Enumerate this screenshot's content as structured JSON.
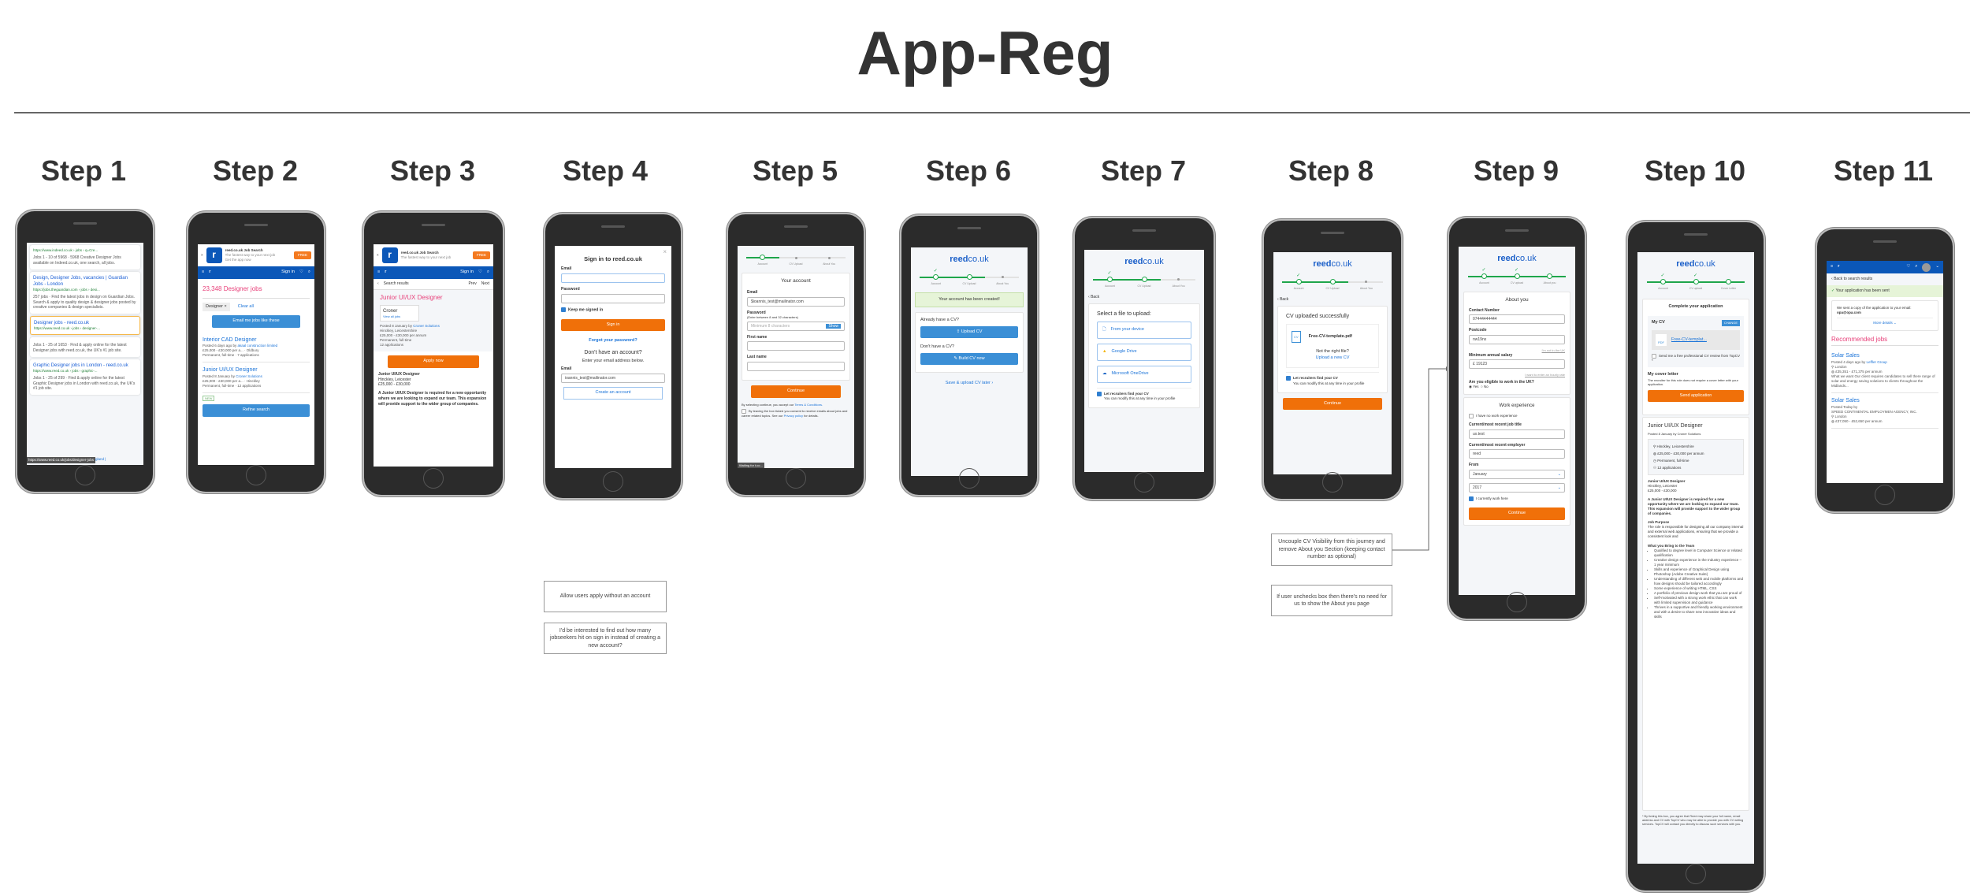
{
  "title": "App-Reg",
  "steps": [
    "Step 1",
    "Step 2",
    "Step 3",
    "Step 4",
    "Step 5",
    "Step 6",
    "Step 7",
    "Step 8",
    "Step 9",
    "Step 10",
    "Step 11"
  ],
  "step1": {
    "results": [
      {
        "url": "https://www.indeed.co.uk › jobs › q=Cre...",
        "desc": "Jobs 1 - 10 of 5968 · 5968 Creative Designer Jobs available on Indeed.co.uk, one search, all jobs."
      },
      {
        "title": "Design, Designer Jobs, vacancies | Guardian Jobs - London",
        "url": "https://jobs.theguardian.com › jobs › desi...",
        "desc": "257 jobs · Find the latest jobs in design on Guardian Jobs. Search & apply to quality design & designer jobs posted by creative companies & design specialists."
      },
      {
        "title": "Designer jobs - reed.co.uk",
        "url": "https://www.reed.co.uk › jobs › designer-...",
        "desc": "Jobs 1 - 25 of 1653 · Find & apply online for the latest Designer jobs with reed.co.uk, the UK's #1 job site."
      },
      {
        "title": "Graphic Designer jobs in London - reed.co.uk",
        "url": "https://www.reed.co.uk › jobs › graphic-...",
        "desc": "Jobs 1 - 25 of 299 · Find & apply online for the latest Graphic Designer jobs in London with reed.co.uk, the UK's #1 job site."
      }
    ],
    "status_url": "https://www.reed.co.uk/jobs/designer-jobs",
    "status_tail": "gland |"
  },
  "banner": {
    "name": "reed.co.uk Job Search",
    "sub1": "The fastest way to your next job",
    "sub2": "Get the app now",
    "free": "FREE",
    "close": "×"
  },
  "nav": {
    "sign_in": "Sign in"
  },
  "step2": {
    "count": "23,348 Designer jobs",
    "chip": "Designer ×",
    "clear": "Clear all",
    "email_btn": "Email me jobs like these",
    "jobs": [
      {
        "title": "Interior CAD Designer",
        "posted": "Posted 6 days ago by",
        "company": "akaal construction limited",
        "salary": "£25,000 - £30,000 per a...",
        "location": "Oldbury",
        "type": "Permanent, full-time",
        "apps": "7 applications"
      },
      {
        "title": "Junior UI/UX Designer",
        "posted": "Posted 8 January by",
        "company": "Croner Solutions",
        "salary": "£25,000 - £30,000 per a...",
        "location": "Hinckley",
        "type": "Permanent, full-time",
        "apps": "12 applications"
      }
    ],
    "new_badge": "NEW",
    "refine": "Refine search"
  },
  "step3": {
    "back": "Search results",
    "prev": "Prev",
    "next": "Next",
    "title": "Junior UI/UX Designer",
    "company_logo": "Croner",
    "view_all": "View all jobs",
    "posted": "Posted 8 January by",
    "company": "Croner Solutions",
    "details": [
      "Hinckley, Leicestershire",
      "£25,000 - £30,000 per annum",
      "Permanent, full-time",
      "12 applications"
    ],
    "apply": "Apply now",
    "sub_title": "Junior UI/UX Designer",
    "sub_loc": "Hinckley, Leicester",
    "sub_sal": "£25,000 - £30,000",
    "desc": "A Junior UI/UX Designer is required for a new opportunity where we are looking to expand our team. This expansion will provide support to the wider group of companies."
  },
  "step4": {
    "heading": "Sign in to reed.co.uk",
    "email": "Email",
    "password": "Password",
    "keep": "Keep me signed in",
    "sign_in": "Sign in",
    "forgot": "Forgot your password?",
    "no_account": "Don't have an account?",
    "enter_email": "Enter your email address below.",
    "email_value": "ioannis_test@mailinator.com",
    "create": "Create an account",
    "notes": [
      "Allow users apply without an account",
      "I'd be interested to find out how many jobseekers hit on sign in instead of creating a new account?"
    ]
  },
  "progress": {
    "account": "Account",
    "cv": "CV Upload",
    "about": "About You",
    "about9": "About you",
    "cover": "Cover Letter",
    "cv_lower": "CV upload"
  },
  "step5": {
    "heading": "Your account",
    "email": "Email",
    "email_value": "$ioannis_test@mailinator.com",
    "password": "Password",
    "pw_hint": "(Enter between 8 and 32 characters)",
    "pw_placeholder": "Minimum 8 characters",
    "show": "Show",
    "first": "First name",
    "last": "Last name",
    "continue": "Continue",
    "terms_pre": "By selecting continue, you accept our",
    "terms_link": "Terms & Conditions.",
    "consent": "By leaving the box ticked you consent to receive emails about jobs and career related topics. See our",
    "privacy": "Privacy policy",
    "consent_end": "for details.",
    "status": "Waiting for t.co..."
  },
  "logo": {
    "reed": "reed",
    "couk": "co.uk"
  },
  "step6": {
    "success": "Your account has been created!",
    "have_cv": "Already have a CV?",
    "upload": "Upload CV",
    "no_cv": "Don't have a CV?",
    "build": "Build CV now",
    "later": "Save & upload CV later ›"
  },
  "step7": {
    "back": "Back",
    "heading": "Select a file to upload:",
    "options": [
      "From your device",
      "Google Drive",
      "Microsoft OneDrive"
    ],
    "let": "Let recruiters find your CV",
    "modify": "You can modify this at any time in your profile"
  },
  "step8": {
    "heading": "CV uploaded successfully",
    "file": "Free-CV-template.pdf",
    "cv_icon": "CV",
    "wrong": "Not the right file?",
    "new": "Upload a new CV",
    "continue": "Continue",
    "notes": [
      "Uncouple CV Visibility from this journey and remove About you Section (keeping contact number as optional)",
      "If user unchecks box then there's no need for us to show the About you page"
    ]
  },
  "step9": {
    "heading": "About you",
    "contact": "Contact Number",
    "contact_value": "07444444444",
    "postcode": "Postcode",
    "postcode_value": "nw19nx",
    "not_uk": "I'm not in the UK",
    "salary": "Minimum annual salary",
    "salary_value": "£ 19123",
    "hourly": "I want to enter an hourly rate",
    "eligible": "Are you eligible to work in the UK?",
    "yes": "Yes",
    "no": "No",
    "work": "Work experience",
    "no_exp": "I have no work experience",
    "job_title": "Current/most recent job title",
    "job_title_value": "ux.test",
    "employer": "Current/most recent employer",
    "employer_value": "reed",
    "from": "From",
    "month": "January",
    "year": "2017",
    "current": "I currently work here",
    "continue": "Continue"
  },
  "step10": {
    "heading": "Complete your application",
    "my_cv": "My CV",
    "change": "CHANGE",
    "pdf": "PDF",
    "file": "Free-CV-templat...",
    "review": "Send me a free professional CV review from TopCV *",
    "cover": "My cover letter",
    "cover_note": "The recruiter for this role does not require a cover letter with your application.",
    "send": "Send application",
    "job_title": "Junior UI/UX Designer",
    "posted": "Posted 8 January by Croner Solutions",
    "details": [
      "Hinckley, Leicestershire",
      "£25,000 - £30,000 per annum",
      "Permanent, full-time",
      "12 applications"
    ],
    "sub_title": "Junior UI/UX Designer",
    "sub_loc": "Hinckley, Leicester",
    "sub_sal": "£25,000 - £30,000",
    "desc": "A Junior UI/UX Designer is required for a new opportunity where we are looking to expand our team. This expansion will provide support to the wider group of companies.",
    "purpose_h": "Job Purpose",
    "purpose": "The role is responsible for designing all our company internal and external web applications, ensuring that we provide a consistent look and",
    "bring_h": "What you Bring to the Team",
    "bring": [
      "Qualified to degree level in Computer Science or related qualification",
      "Creative design experience in the Industry experience – 1 year minimum",
      "Skills and experience of Graphical Design using Photoshop (Adobe Creative Suite)",
      "Understanding of different web and mobile platforms and how designs should be tailored accordingly",
      "Some experience of writing HTML, CSS",
      "A portfolio of previous design work that you are proud of",
      "Self-motivated with a strong work ethic that can work with limited supervision and guidance",
      "Thrives in a supportive and friendly working environment and with a desire to share new innovative ideas and skills"
    ],
    "footnote": "* By ticking this box, you agree that Reed may share your full name, email address and CV with TopCV who may be able to provide you with CV writing services. TopCV will contact you directly to discuss such services with you."
  },
  "step11": {
    "back": "Back to search results",
    "sent": "Your application has been sent",
    "copy": "We sent a copy of the application to your email:",
    "email": "opa@opa.com",
    "more": "More details ⌄",
    "rec": "Recommended jobs",
    "jobs": [
      {
        "title": "Solar Sales",
        "posted": "Posted 4 days ago by",
        "company": "Leffler Group",
        "location": "London",
        "salary": "£35,351 - £71,375 per annum",
        "desc": "What we want Our client requires candidates to sell there range of solar and energy saving solutions to clients throughout the Midlands..."
      },
      {
        "title": "Solar Sales",
        "posted": "Posted Today by",
        "company": "SPEED CONTINENTAL EMPLOYMEN AGENCY, INC.",
        "location": "London",
        "salary": "£37,050 - £52,650 per annum"
      }
    ]
  }
}
